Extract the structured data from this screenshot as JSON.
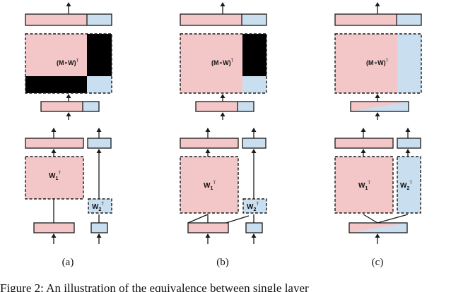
{
  "labels": {
    "masked_product": "(M∘W)",
    "transpose": "T",
    "w": "W",
    "w1_sub": "1",
    "w2_sub": "2"
  },
  "panels": [
    {
      "label": "(a)"
    },
    {
      "label": "(b)"
    },
    {
      "label": "(c)"
    }
  ],
  "caption": "Figure 2: An illustration of the equivalence between single layer",
  "colors": {
    "pink": "#f3c6c8",
    "blue": "#c9dff0",
    "mask": "#000000"
  }
}
